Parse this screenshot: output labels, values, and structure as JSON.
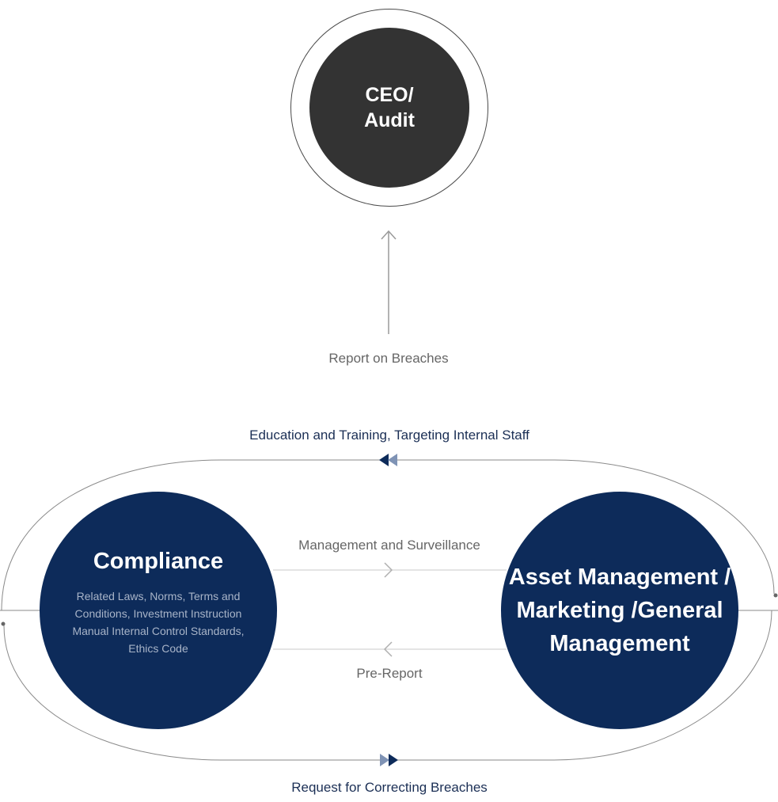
{
  "ceo": {
    "label_line1": "CEO/",
    "label_line2": "Audit"
  },
  "arrows": {
    "report_on_breaches": "Report on Breaches",
    "education_training": "Education and Training, Targeting Internal Staff",
    "management_surveillance": "Management and Surveillance",
    "pre_report": "Pre-Report",
    "request_correcting": "Request for Correcting Breaches"
  },
  "compliance": {
    "title": "Compliance",
    "description": "Related Laws, Norms, Terms and Conditions, Investment Instruction Manual Internal Control Standards, Ethics Code"
  },
  "asset": {
    "title": "Asset Management / Marketing /General Management"
  },
  "colors": {
    "navy": "#0d2b5a",
    "dark_gray": "#333333",
    "line_gray": "#9a9a9a",
    "label_navy": "#1b2f55"
  }
}
